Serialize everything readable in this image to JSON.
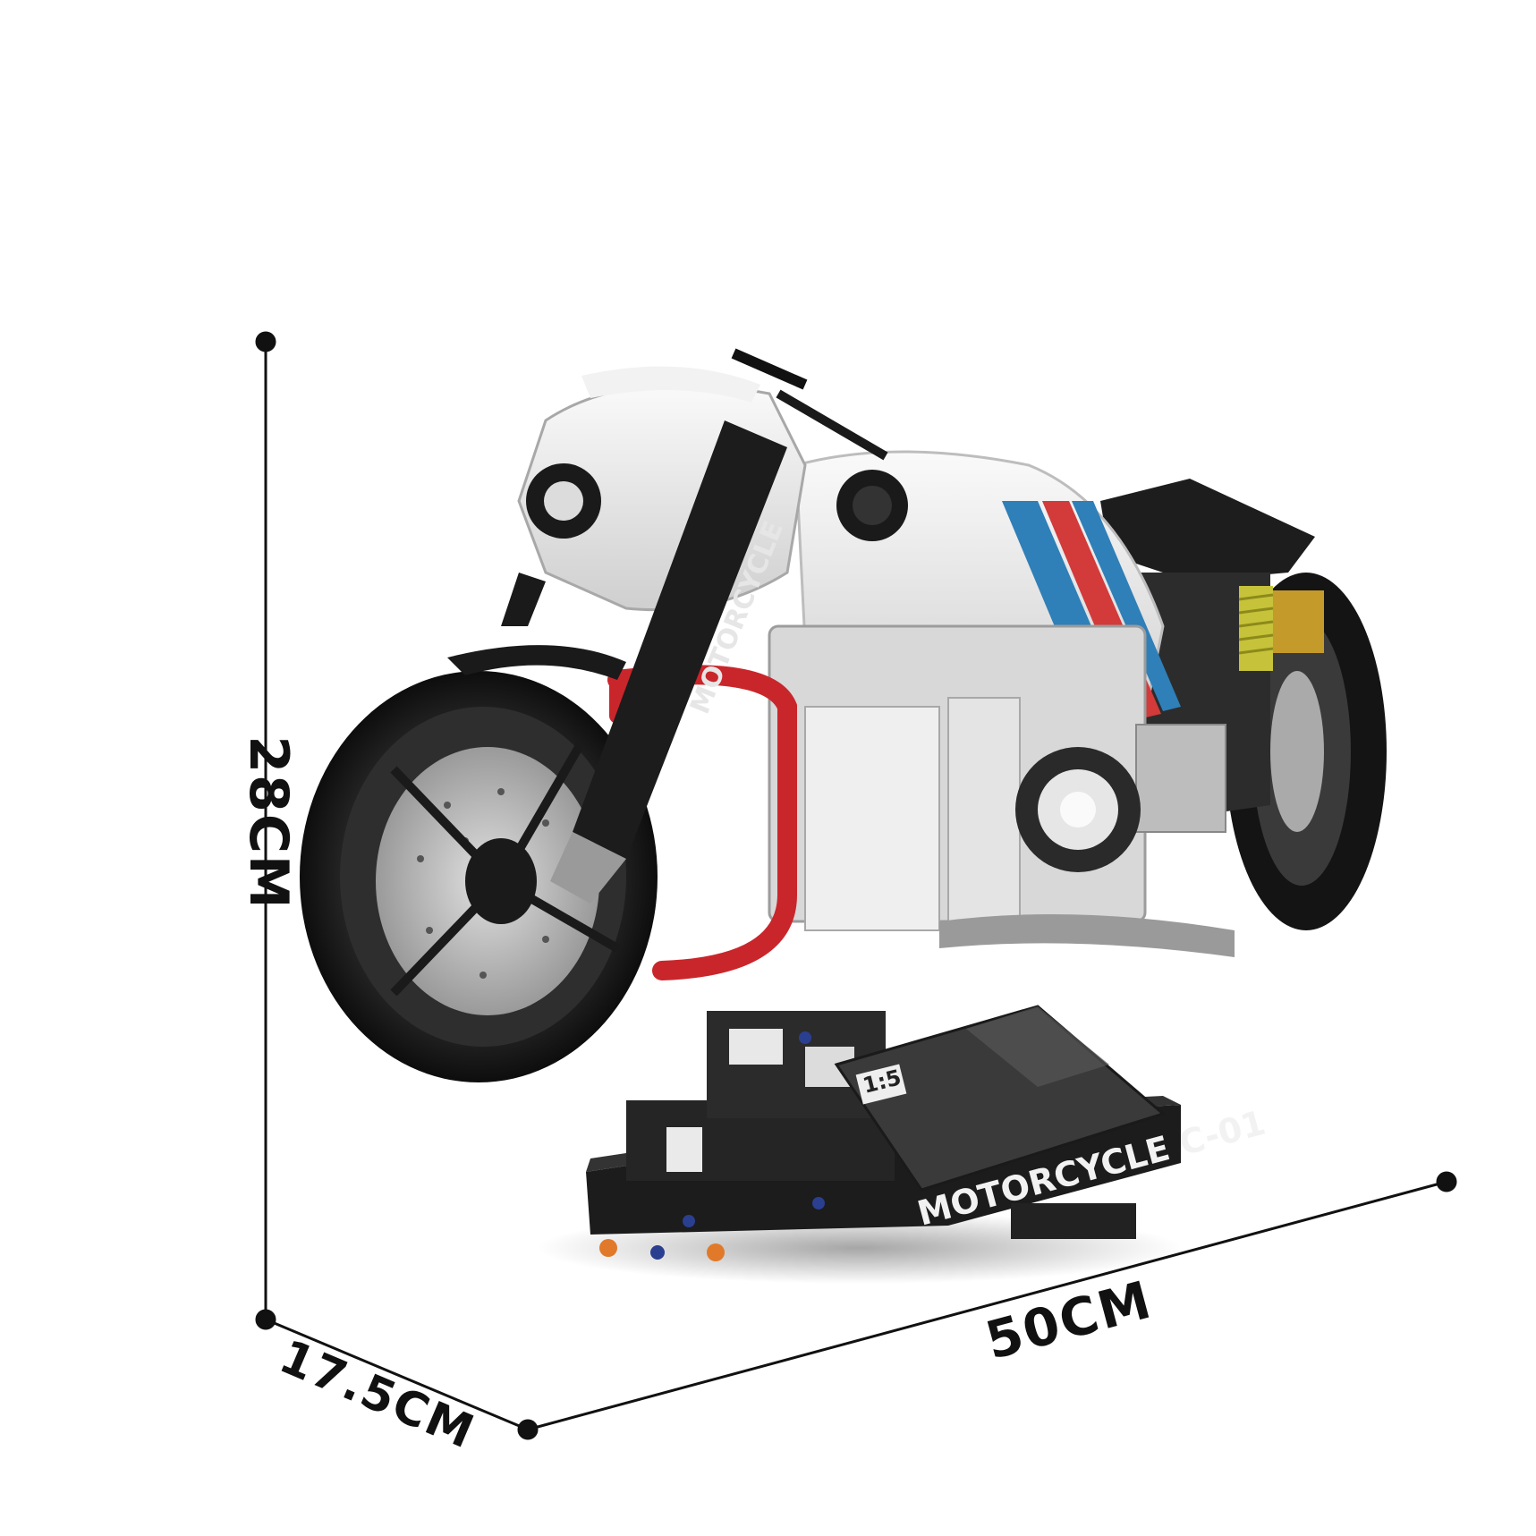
{
  "dimensions": {
    "height_label": "28CM",
    "length_label": "50CM",
    "depth_label": "17.5CM"
  },
  "model": {
    "fork_label": "MOTORCYCLE",
    "plate_title": "MOTORCYCLE C-01",
    "scale_badge": "1:5"
  },
  "colors": {
    "dimension_line": "#111111",
    "stripe_blue": "#2f7fb8",
    "stripe_red": "#d33a3a",
    "body_white": "#e9e9e9",
    "frame_black": "#1b1b1b",
    "radiator_red": "#c9262b",
    "shock_yellow": "#c6c23a"
  }
}
